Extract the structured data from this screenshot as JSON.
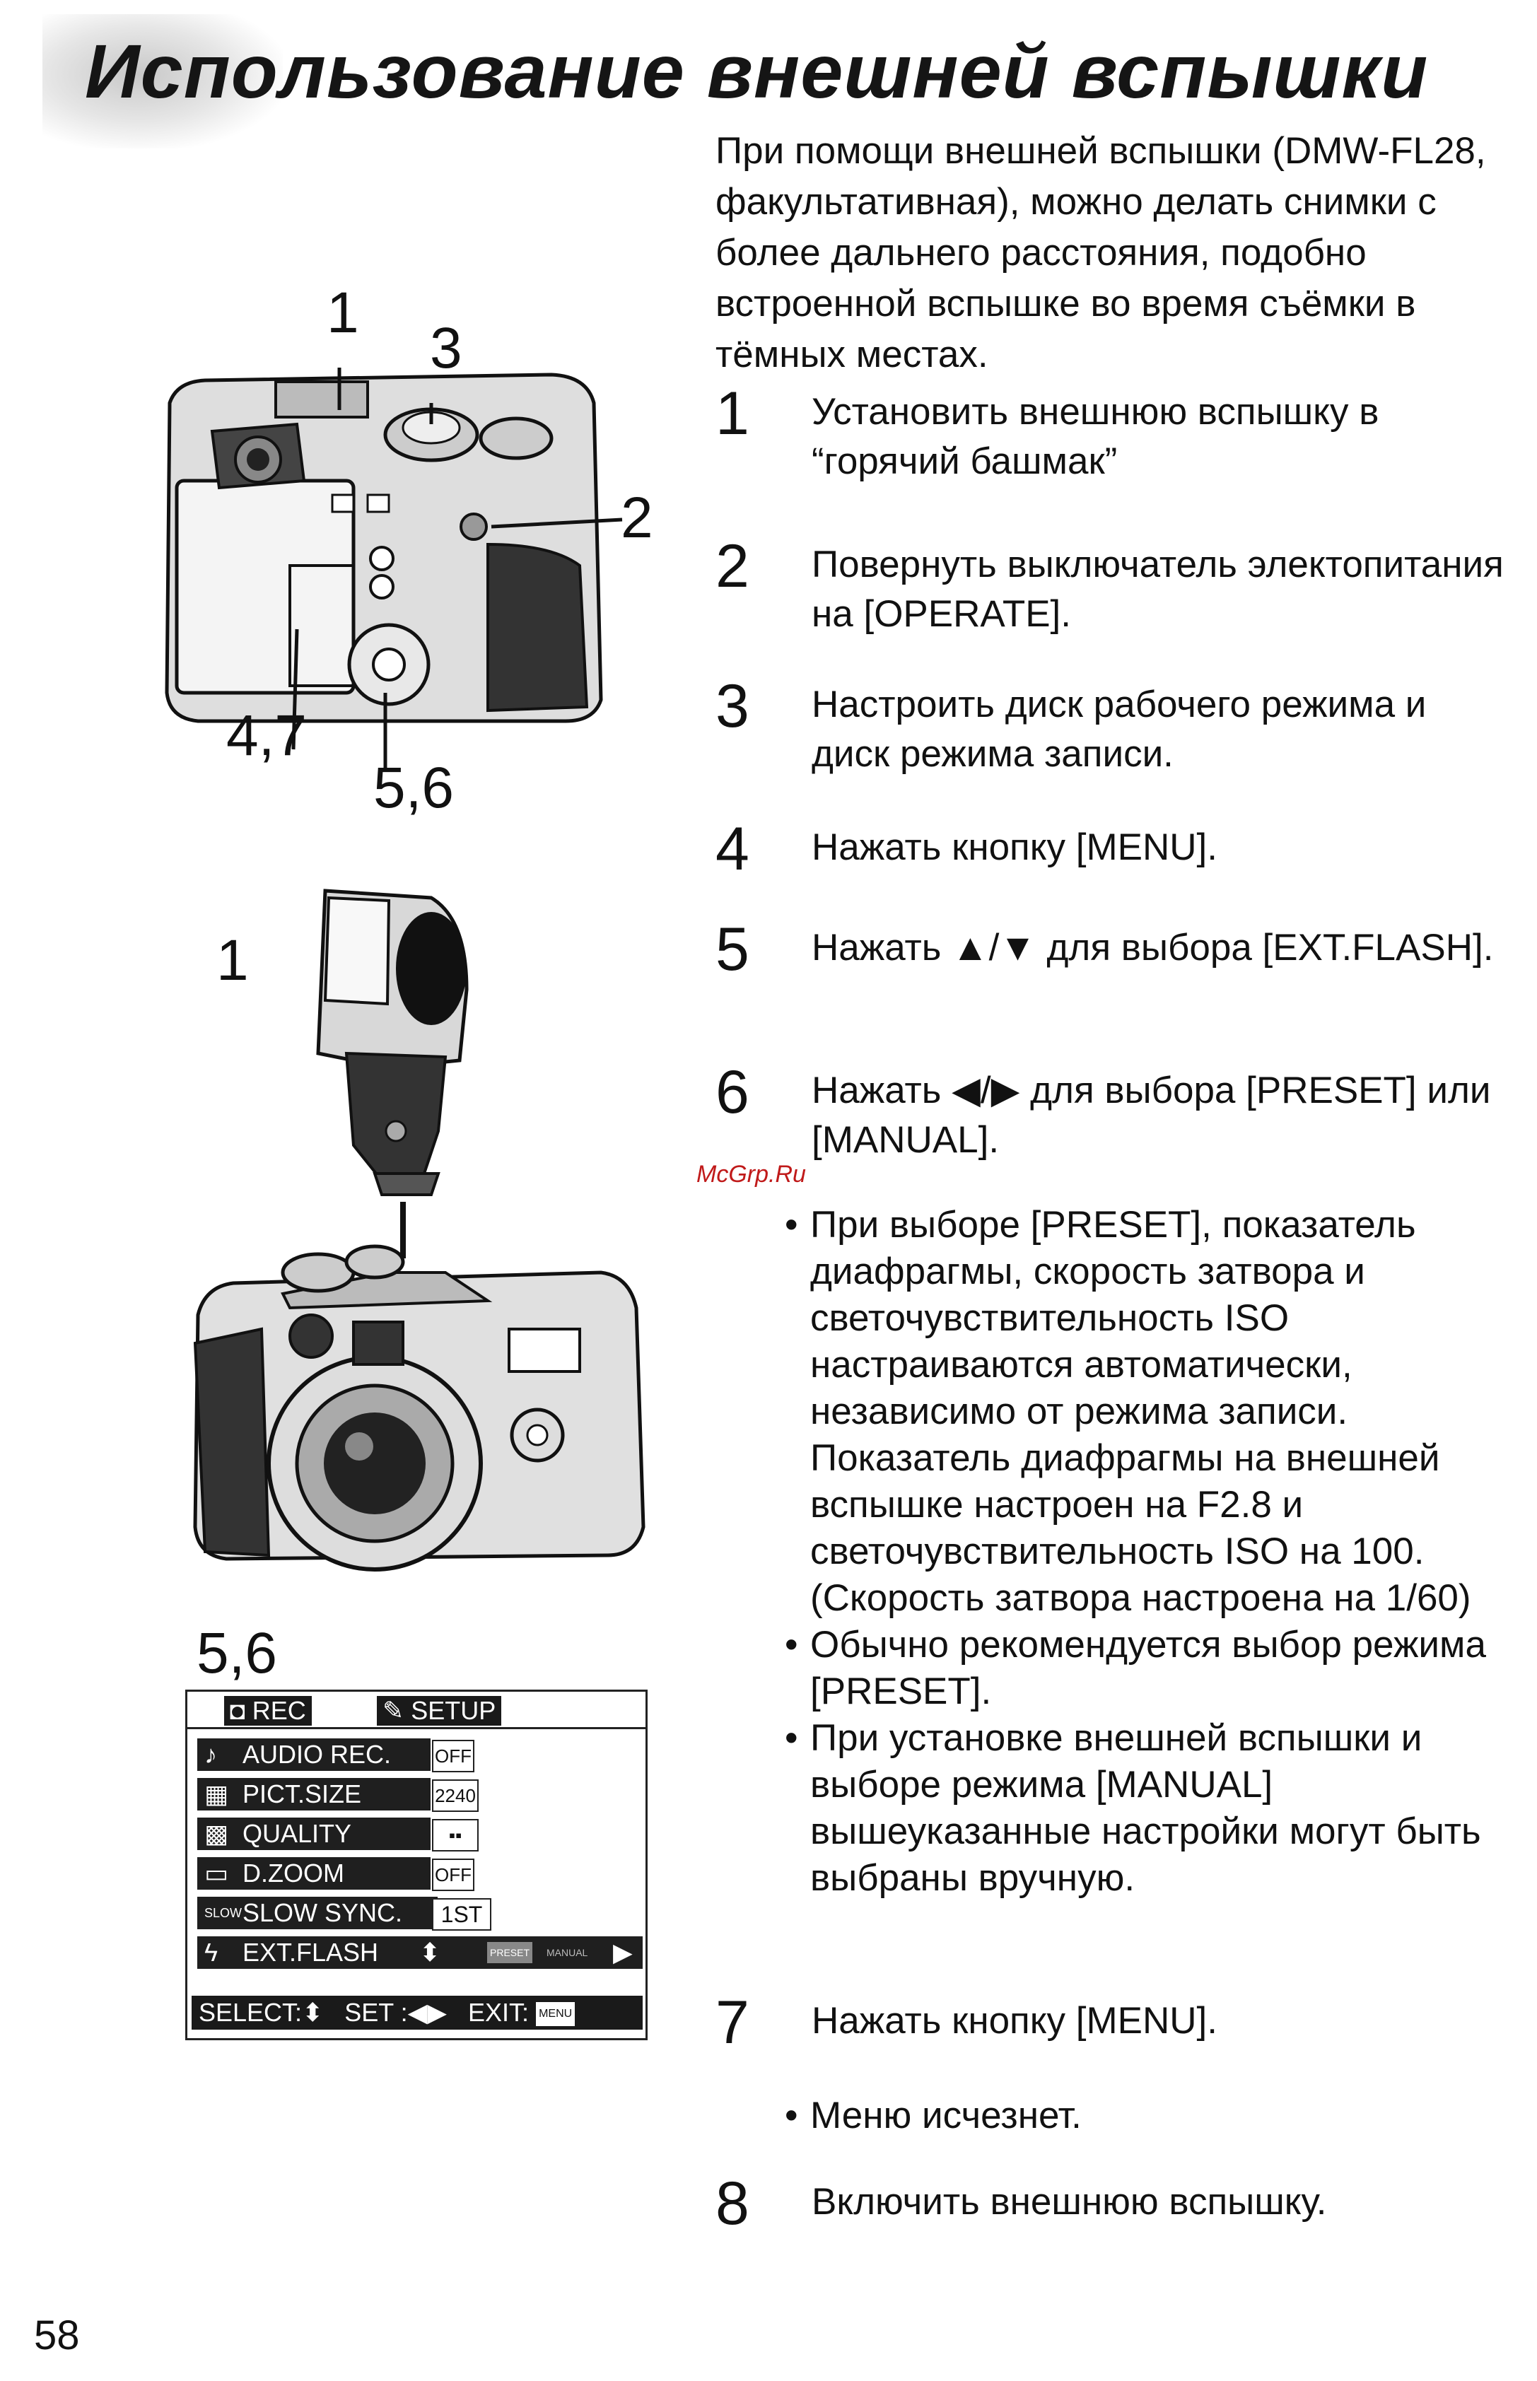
{
  "title": "Использование внешней вспышки",
  "intro": "При помощи внешней вспышки (DMW-FL28, факультативная), можно делать снимки с более дальнего расстояния, подобно встроенной вспышке во время съёмки в тёмных местах.",
  "steps": [
    {
      "num": "1",
      "text": "Установить внешнюю вспышку в “горячий башмак”"
    },
    {
      "num": "2",
      "text": "Повернуть выключатель электопитания на [OPERATE]."
    },
    {
      "num": "3",
      "text": "Настроить диск рабочего режима и диск режима записи."
    },
    {
      "num": "4",
      "text": "Нажать кнопку [MENU]."
    },
    {
      "num": "5",
      "text": "Нажать ▲/▼ для выбора [EXT.FLASH]."
    },
    {
      "num": "6",
      "text": "Нажать ◀/▶ для выбора [PRESET] или [MANUAL]."
    },
    {
      "num": "7",
      "text": "Нажать кнопку [MENU]."
    },
    {
      "num": "8",
      "text": "Включить внешнюю вспышку."
    }
  ],
  "step6_bullets": [
    "При выборе [PRESET], показатель диафрагмы, скорость затвора и светочувствительность ISO настраиваются автоматически, независимо от режима записи. Показатель диафрагмы на внешней вспышке настроен на F2.8 и светочувствительность ISO на 100. (Скорость затвора настроена на 1/60)",
    "Обычно рекомендуется выбор режима [PRESET].",
    "При установке внешней вспышки и выборе режима [MANUAL] вышеуказанные настройки могут быть выбраны вручную."
  ],
  "step7_bullets": [
    "Меню исчезнет."
  ],
  "watermark": "McGrp.Ru",
  "page_number": "58",
  "callouts": {
    "cam1_1": "1",
    "cam1_3": "3",
    "cam1_2": "2",
    "cam1_47": "4,7",
    "cam1_56": "5,6",
    "flash_1": "1",
    "menu_56": "5,6"
  },
  "menu": {
    "tab_rec": "REC",
    "tab_setup": "SETUP",
    "rows": [
      {
        "label": "AUDIO REC.",
        "value": "OFF"
      },
      {
        "label": "PICT.SIZE",
        "value": "2240"
      },
      {
        "label": "QUALITY",
        "value": "▪▪"
      },
      {
        "label": "D.ZOOM",
        "value": "OFF"
      },
      {
        "label": "SLOW SYNC.",
        "value": "1ST",
        "icon_text": "SLOW"
      },
      {
        "label": "EXT.FLASH",
        "value": "PRESET",
        "value2": "MANUAL"
      }
    ],
    "footer": {
      "select": "SELECT:",
      "set": "SET :",
      "exit": "EXIT:",
      "menu_key": "MENU"
    }
  }
}
